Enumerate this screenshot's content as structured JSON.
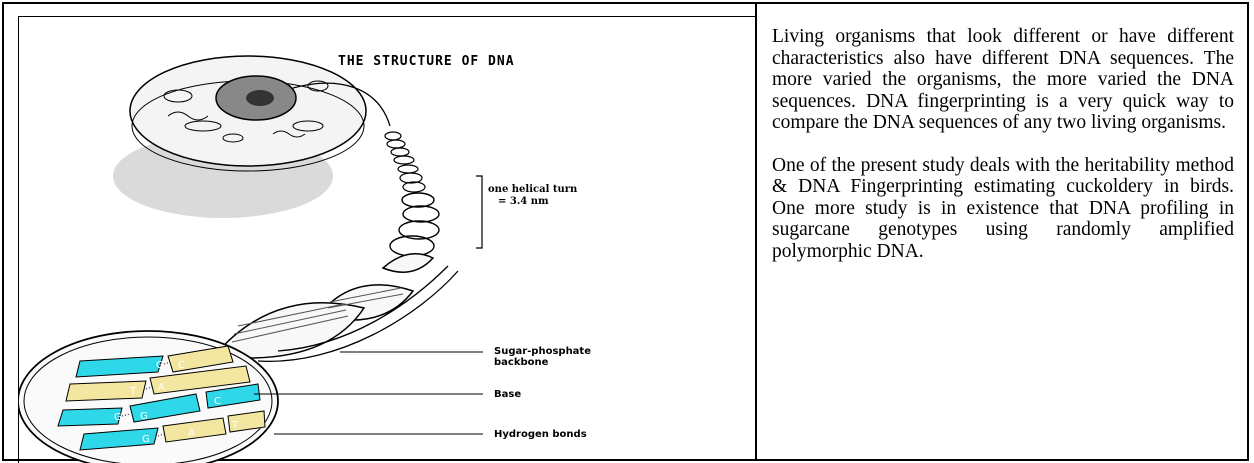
{
  "figure": {
    "title": "THE STRUCTURE OF DNA",
    "labels": {
      "helical_turn": "one helical turn",
      "helical_value": "= 3.4 nm",
      "backbone_line1": "Sugar-phosphate",
      "backbone_line2": "backbone",
      "base": "Base",
      "hydrogen": "Hydrogen bonds"
    },
    "base_letters": [
      "G",
      "C",
      "T",
      "A",
      "G",
      "C",
      "G",
      "G",
      "A",
      "T"
    ],
    "colors": {
      "cytosine_guanine": "#2ed8e8",
      "thymine_adenine": "#f2e6a0"
    }
  },
  "text": {
    "paragraph1": "Living organisms that look different or have different characteristics also have different DNA sequences. The more varied the organisms, the more varied the DNA sequences. DNA fingerprinting is a very quick way to compare the DNA sequences of any two living organisms.",
    "paragraph2": "One of the present study deals with the heritability method & DNA Fingerprinting estimating cuckoldery in birds. One more study is in existence that DNA profiling in sugarcane genotypes using randomly amplified polymorphic DNA."
  }
}
